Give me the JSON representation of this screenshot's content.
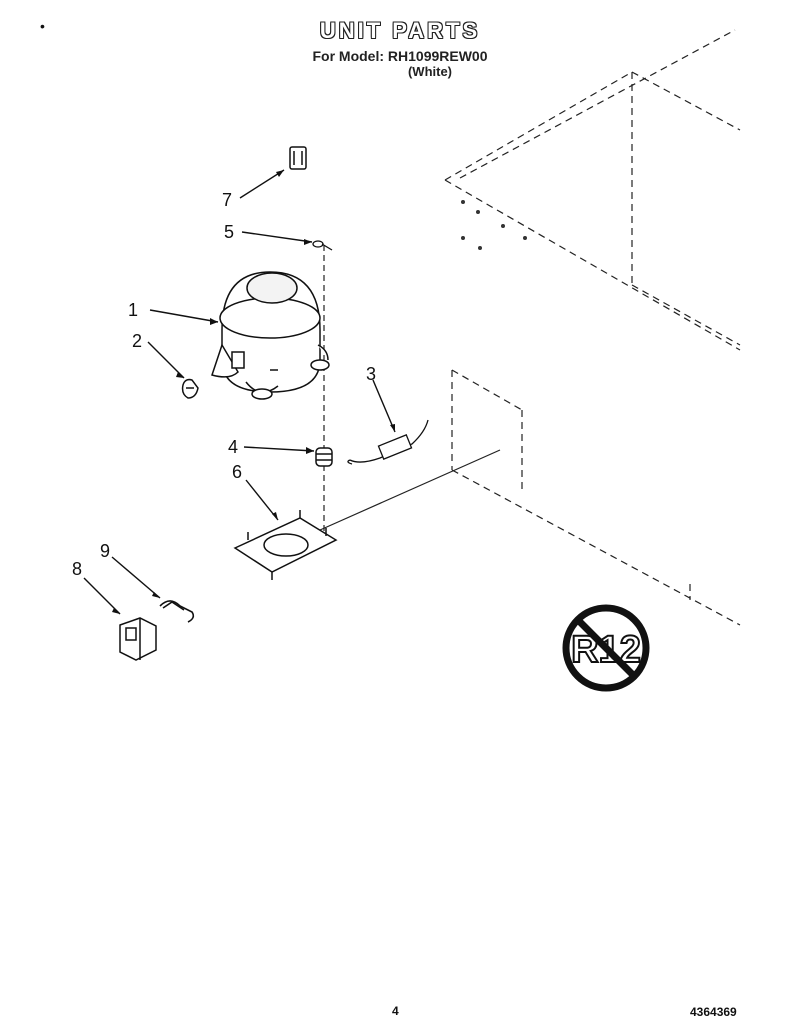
{
  "header": {
    "title": "UNIT PARTS",
    "model_line": "For Model: RH1099REW00",
    "color_line": "(White)"
  },
  "callouts": [
    {
      "number": "1",
      "part": "compressor"
    },
    {
      "number": "2",
      "part": "grommet"
    },
    {
      "number": "3",
      "part": "drier"
    },
    {
      "number": "4",
      "part": "spring"
    },
    {
      "number": "5",
      "part": "wire-tie"
    },
    {
      "number": "6",
      "part": "base-plate"
    },
    {
      "number": "7",
      "part": "relay"
    },
    {
      "number": "8",
      "part": "cover"
    },
    {
      "number": "9",
      "part": "clip"
    }
  ],
  "badge": {
    "text": "R12",
    "meaning": "no-r12"
  },
  "footer": {
    "page_number": "4",
    "doc_number": "4364369"
  }
}
